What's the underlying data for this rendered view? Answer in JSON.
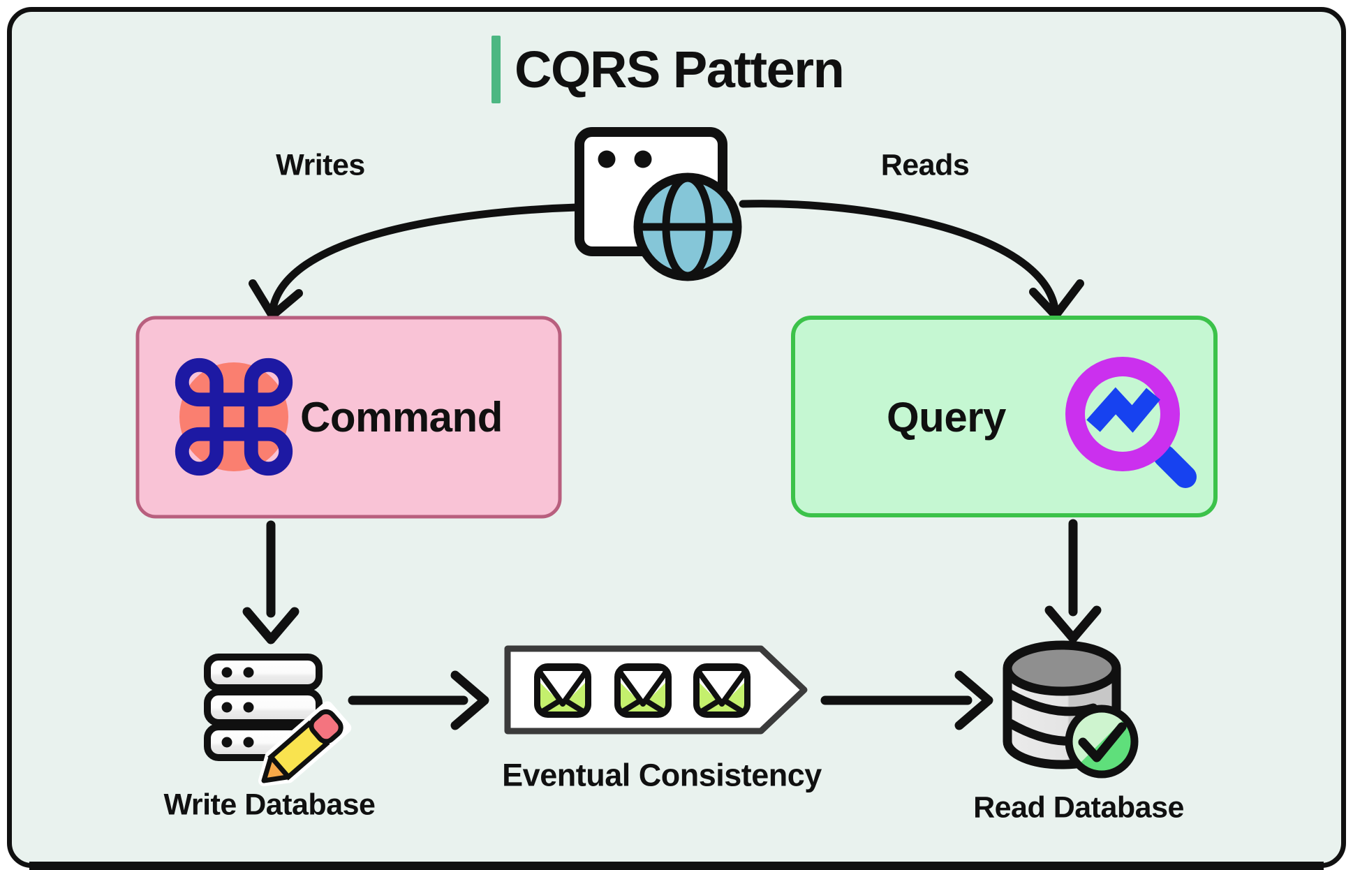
{
  "title": "CQRS Pattern",
  "labels": {
    "writes": "Writes",
    "reads": "Reads",
    "command": "Command",
    "query": "Query",
    "write_db": "Write Database",
    "eventual_consistency": "Eventual Consistency",
    "read_db": "Read Database"
  },
  "icons": {
    "client": "browser-globe-icon",
    "command": "command-key-icon",
    "query": "magnifier-trend-icon",
    "write_db": "server-stack-pencil-icon",
    "queue": "envelope-queue-icon",
    "read_db": "database-check-icon"
  },
  "queue": {
    "envelope_count": 3
  },
  "colors": {
    "canvas_bg": "#e9f2ee",
    "outline": "#101010",
    "accent_bar": "#4cb782",
    "command_fill": "#f9c3d6",
    "command_border": "#b85f7e",
    "command_badge": "#fa7f70",
    "command_glyph": "#1d19a3",
    "query_fill": "#c5f7d2",
    "query_border": "#3cc24a",
    "magnifier_ring": "#cb30ee",
    "magnifier_accent": "#1742f0",
    "globe": "#85c6d8",
    "banner_border": "#3b3b3b",
    "envelope_green": "#c4f06d",
    "pencil_body": "#f9e34f",
    "pencil_eraser": "#f4747f",
    "pencil_tip": "#f7a848",
    "db_top": "#8f8f8f",
    "badge_light": "#cef4cf",
    "badge_green": "#5fdf7b"
  }
}
